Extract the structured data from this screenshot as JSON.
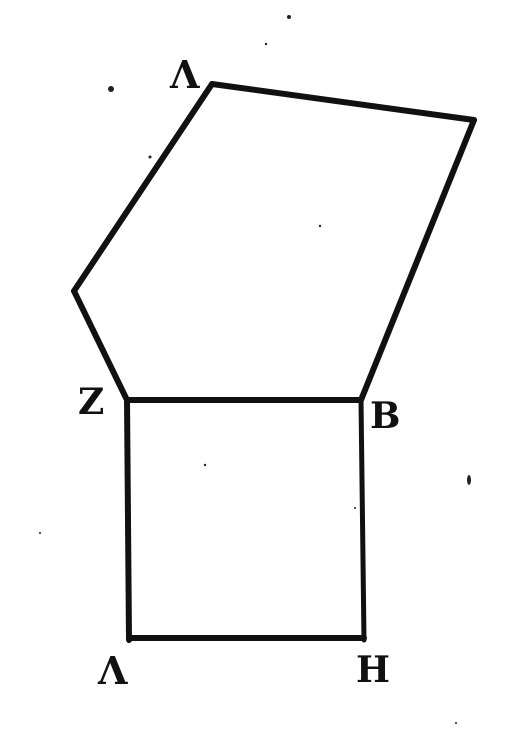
{
  "figure": {
    "labels": {
      "lambda_top": "Λ",
      "z": "Z",
      "b": "B",
      "lambda_bottom": "Λ",
      "h": "H"
    },
    "ink_color": "#111111",
    "paper_color": "#ffffff"
  }
}
